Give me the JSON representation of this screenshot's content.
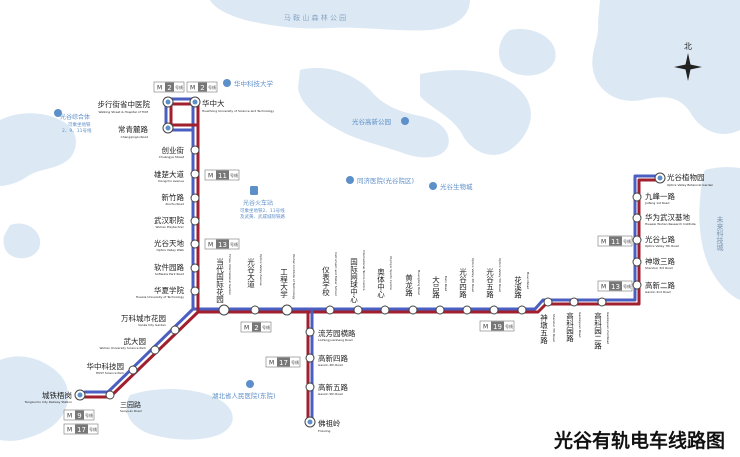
{
  "title": "光谷有轨电车线路图",
  "water_labels": {
    "top_lake": "马 鞍 山 森 林 公 园",
    "east_label": "未来科技城"
  },
  "compass": {
    "label": "北"
  },
  "pois": [
    {
      "label": "华中科技大学"
    },
    {
      "label": "光谷综合体",
      "note_1": "可乘坐地铁",
      "note_2": "2、9、11号线"
    },
    {
      "label": "光谷火车站",
      "note_1": "可乘坐地铁2、11号线",
      "note_2": "及武黄、武咸城际铁路"
    },
    {
      "label": "光谷高新公园"
    },
    {
      "label": "同济医院(光谷院区)"
    },
    {
      "label": "光谷生物城"
    },
    {
      "label": "湖北省人民医院(东院)"
    }
  ],
  "metro_badges": [
    {
      "line": "2",
      "text": "号线"
    },
    {
      "line": "2",
      "text": "号线"
    },
    {
      "line": "11",
      "text": "号线"
    },
    {
      "line": "13",
      "text": "号线"
    },
    {
      "line": "2",
      "text": "号线"
    },
    {
      "line": "17",
      "text": "号线"
    },
    {
      "line": "19",
      "text": "号线"
    },
    {
      "line": "11",
      "text": "号线"
    },
    {
      "line": "13",
      "text": "号线"
    },
    {
      "line": "9",
      "text": "号线"
    },
    {
      "line": "17",
      "text": "号线"
    }
  ],
  "stations": [
    {
      "zh": "步行街省中医院",
      "en": "Walking Street & Hospital of TCM"
    },
    {
      "zh": "华中大",
      "en": "Huazhong University of Science and Technology"
    },
    {
      "zh": "常青麓路",
      "en": "Changqinglu Road"
    },
    {
      "zh": "创业街",
      "en": "Chuangye Street"
    },
    {
      "zh": "雄楚大道",
      "en": "Xiongchu Avenue"
    },
    {
      "zh": "新竹路",
      "en": "Xinzhu Road"
    },
    {
      "zh": "武汉职院",
      "en": "Wuhan Polytechnic"
    },
    {
      "zh": "光谷天地",
      "en": "Optics Valley Walk"
    },
    {
      "zh": "软件园路",
      "en": "Software Park Road"
    },
    {
      "zh": "华夏学院",
      "en": "Huaxia University of Technology"
    },
    {
      "zh": "万科城市花园",
      "en": "Vanke City Garden"
    },
    {
      "zh": "武大园",
      "en": "Wuhan University Science Park"
    },
    {
      "zh": "华中科技园",
      "en": "HUST Science Park"
    },
    {
      "zh": "三园路",
      "en": "Sanyuan Road"
    },
    {
      "zh": "城铁梧岗",
      "en": "Tangxunhu City Railway Station"
    },
    {
      "zh": "当代国际花园",
      "en": "Times International Garden"
    },
    {
      "zh": "光谷大道",
      "en": "Optics Valley Avenue"
    },
    {
      "zh": "工程大学",
      "en": "Wuhan Institute of Technology"
    },
    {
      "zh": "仪表学校",
      "en": "Instrument and Meter School"
    },
    {
      "zh": "国际网球中心",
      "en": "International Tennis Centre"
    },
    {
      "zh": "奥体中心",
      "en": "Olympic Sports Centre"
    },
    {
      "zh": "黄龙路",
      "en": "Huanglong Road"
    },
    {
      "zh": "大吕路",
      "en": "Dalv Road"
    },
    {
      "zh": "光谷四路",
      "en": "Optics Valley 4th Road"
    },
    {
      "zh": "光谷五路",
      "en": "Optics Valley 5th Road"
    },
    {
      "zh": "花溪路",
      "en": "Huaxi Road"
    },
    {
      "zh": "神墩五路",
      "en": "Shendun 5th Road"
    },
    {
      "zh": "高科园路",
      "en": "Gaokeyuan Road"
    },
    {
      "zh": "高科园二路",
      "en": "Gaokeyuan 2nd Road"
    },
    {
      "zh": "高新二路",
      "en": "Gaoxin 2nd Road"
    },
    {
      "zh": "神墩三路",
      "en": "Shendun 3rd Road"
    },
    {
      "zh": "光谷七路",
      "en": "Optics Valley 7th Road"
    },
    {
      "zh": "华为武汉基地",
      "en": "Huawei Wuhan Research Institute"
    },
    {
      "zh": "九峰一路",
      "en": "Jiufeng 1st Road"
    },
    {
      "zh": "光谷植物园",
      "en": "Optics Valley Botanical Garden"
    },
    {
      "zh": "流芳园横路",
      "en": "Liufangyuanheng Road"
    },
    {
      "zh": "高新四路",
      "en": "Gaoxin 4th Road"
    },
    {
      "zh": "高新五路",
      "en": "Gaoxin 5th Road"
    },
    {
      "zh": "佛祖岭",
      "en": "Fozuling"
    }
  ],
  "colors": {
    "line_blue": "#4a5fc1",
    "line_red": "#a21f2d",
    "water": "#dce9f4",
    "poi": "#5d8fc9"
  }
}
